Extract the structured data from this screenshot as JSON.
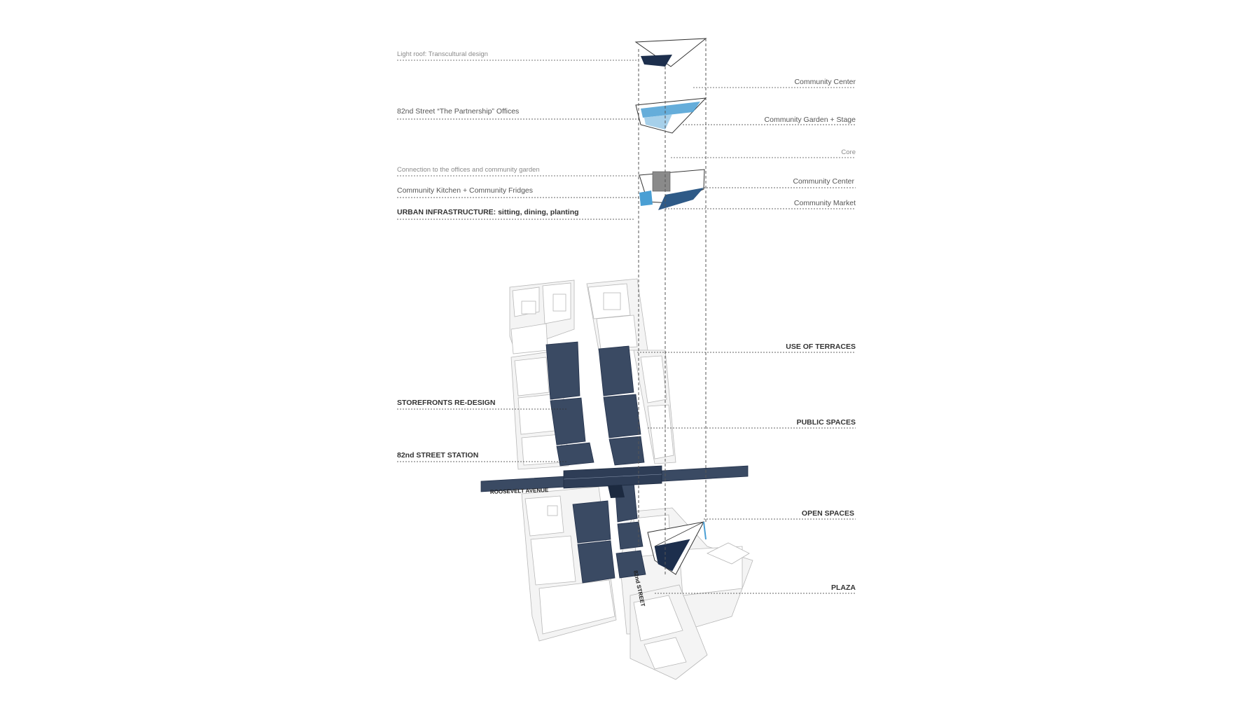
{
  "colors": {
    "accent_blue": "#4a9fd4",
    "dark_navy": "#3a4a63",
    "line_gray": "#b8b8b8"
  },
  "labels_left": [
    {
      "text": "Light roof: Transcultural design",
      "style": "light"
    },
    {
      "text": "82nd Street “The Partnership” Offices",
      "style": "normal"
    },
    {
      "text": "Connection to the offices and community garden",
      "style": "light"
    },
    {
      "text": "Community Kitchen + Community Fridges",
      "style": "normal"
    },
    {
      "text": "URBAN INFRASTRUCTURE: sitting, dining, planting",
      "style": "bold"
    },
    {
      "text": "STOREFRONTS RE-DESIGN",
      "style": "bold"
    },
    {
      "text": "82nd STREET STATION",
      "style": "bold"
    }
  ],
  "labels_right": [
    {
      "text": "Community Center",
      "style": "normal"
    },
    {
      "text": "Community Garden + Stage",
      "style": "normal"
    },
    {
      "text": "Core",
      "style": "light"
    },
    {
      "text": "Community Center",
      "style": "normal"
    },
    {
      "text": "Community Market",
      "style": "normal"
    },
    {
      "text": "USE OF TERRACES",
      "style": "bold"
    },
    {
      "text": "PUBLIC SPACES",
      "style": "bold"
    },
    {
      "text": "OPEN SPACES",
      "style": "bold"
    },
    {
      "text": "PLAZA",
      "style": "bold"
    }
  ],
  "street_labels": {
    "roosevelt": "ROOSEVELT AVENUE",
    "street82": "82nd STREET"
  }
}
